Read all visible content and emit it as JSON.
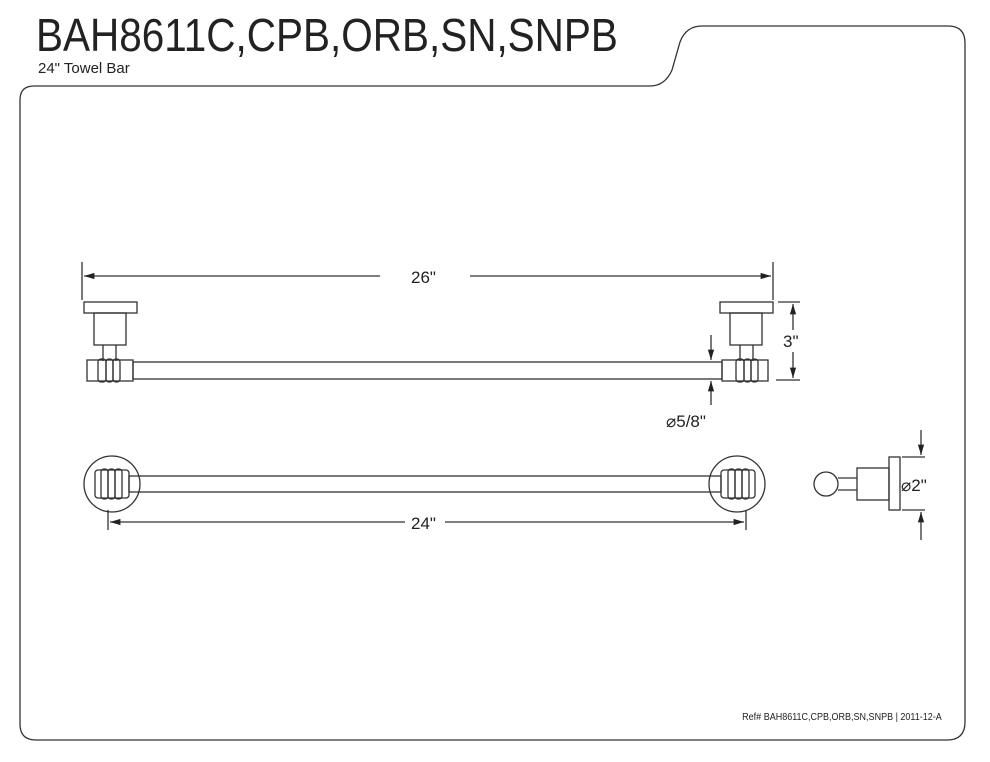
{
  "title": "BAH8611C,CPB,ORB,SN,SNPB",
  "subtitle": "24\" Towel Bar",
  "dimensions": {
    "overall_length": "26\"",
    "projection": "3\"",
    "bar_diameter": "⌀5/8\"",
    "bar_length": "24\"",
    "flange_diameter": "⌀2\""
  },
  "reference": "Ref# BAH8611C,CPB,ORB,SN,SNPB | 2011-12-A"
}
